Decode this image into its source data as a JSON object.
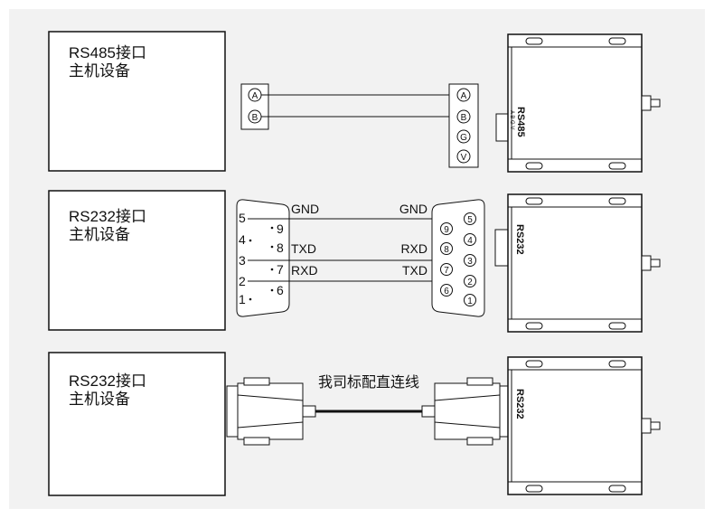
{
  "sections": [
    {
      "host": {
        "line1": "RS485接口",
        "line2": "主机设备"
      },
      "terminal_left": [
        "A",
        "B"
      ],
      "terminal_right": [
        "A",
        "B",
        "G",
        "V"
      ],
      "device_label": "RS485",
      "device_sublabel": "A B G V"
    },
    {
      "host": {
        "line1": "RS232接口",
        "line2": "主机设备"
      },
      "db9_left": {
        "top_pins": [
          "5",
          "4",
          "3",
          "2",
          "1"
        ],
        "bottom_pins": [
          "9",
          "8",
          "7",
          "6"
        ]
      },
      "db9_right": {
        "top_pins": [
          "5",
          "4",
          "3",
          "2",
          "1"
        ],
        "bottom_pins": [
          "9",
          "8",
          "7",
          "6"
        ]
      },
      "signals": {
        "left_gnd": "GND",
        "right_gnd": "GND",
        "left_txd": "TXD",
        "right_rxd": "RXD",
        "left_rxd": "RXD",
        "right_txd": "TXD"
      },
      "device_label": "RS232"
    },
    {
      "host": {
        "line1": "RS232接口",
        "line2": "主机设备"
      },
      "cable_label": "我司标配直连线",
      "device_label": "RS232"
    }
  ],
  "colors": {
    "panel": "#f2f2f2",
    "line": "#111111",
    "device_fill": "#ffffff"
  }
}
